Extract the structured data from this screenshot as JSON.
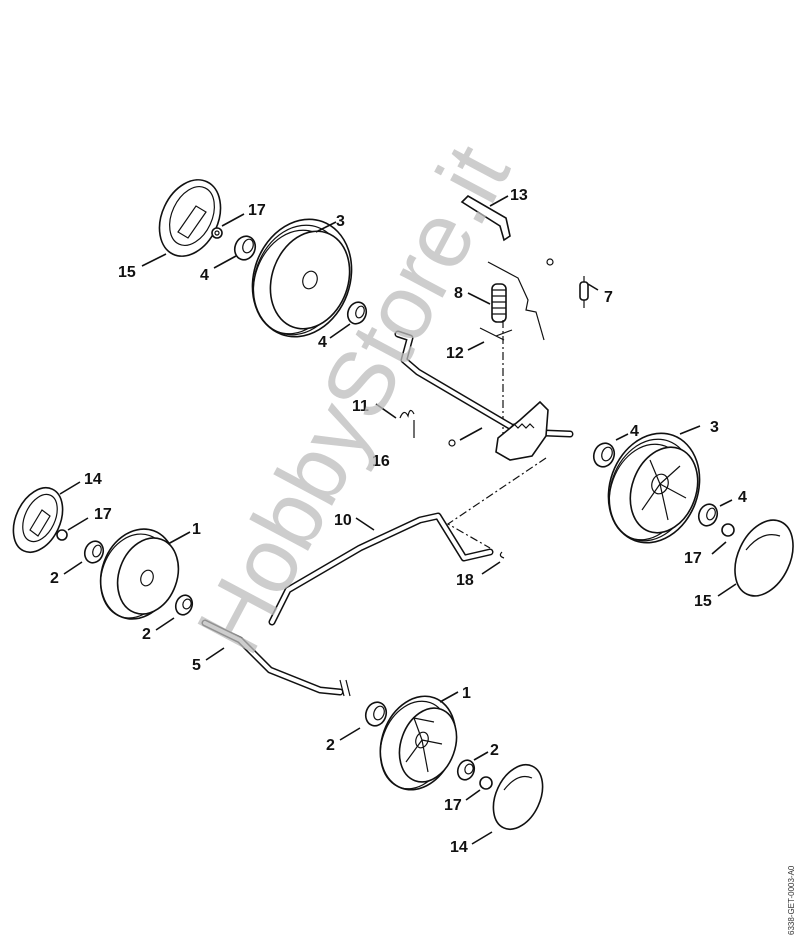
{
  "diagram": {
    "title": "Wheels and height adjustment exploded view",
    "watermark": "HobbyStore.it",
    "document_id": "6338-GET-0003-A0",
    "callouts": [
      {
        "id": "c15a",
        "label": "15"
      },
      {
        "id": "c17a",
        "label": "17"
      },
      {
        "id": "c3a",
        "label": "3"
      },
      {
        "id": "c4a",
        "label": "4"
      },
      {
        "id": "c4b",
        "label": "4"
      },
      {
        "id": "c13",
        "label": "13"
      },
      {
        "id": "c8",
        "label": "8"
      },
      {
        "id": "c7",
        "label": "7"
      },
      {
        "id": "c12",
        "label": "12"
      },
      {
        "id": "c11",
        "label": "11"
      },
      {
        "id": "c16",
        "label": "16"
      },
      {
        "id": "c4c",
        "label": "4"
      },
      {
        "id": "c3b",
        "label": "3"
      },
      {
        "id": "c4d",
        "label": "4"
      },
      {
        "id": "c17b",
        "label": "17"
      },
      {
        "id": "c15b",
        "label": "15"
      },
      {
        "id": "c14a",
        "label": "14"
      },
      {
        "id": "c17c",
        "label": "17"
      },
      {
        "id": "c1a",
        "label": "1"
      },
      {
        "id": "c2a",
        "label": "2"
      },
      {
        "id": "c2b",
        "label": "2"
      },
      {
        "id": "c10",
        "label": "10"
      },
      {
        "id": "c18",
        "label": "18"
      },
      {
        "id": "c5",
        "label": "5"
      },
      {
        "id": "c1b",
        "label": "1"
      },
      {
        "id": "c2c",
        "label": "2"
      },
      {
        "id": "c2d",
        "label": "2"
      },
      {
        "id": "c17d",
        "label": "17"
      },
      {
        "id": "c14b",
        "label": "14"
      }
    ]
  }
}
